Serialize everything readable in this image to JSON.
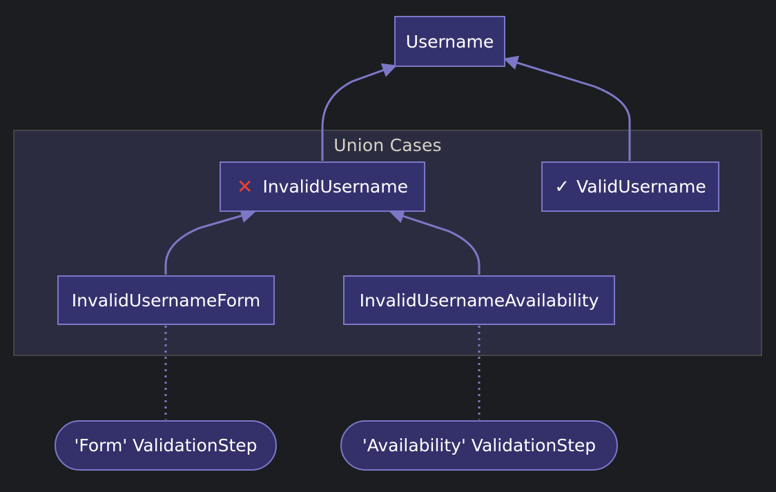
{
  "diagram": {
    "cluster": {
      "label": "Union Cases"
    },
    "nodes": {
      "username": {
        "label": "Username"
      },
      "invalid_username": {
        "icon": "cross-mark-icon",
        "icon_glyph": "❌",
        "label": "InvalidUsername"
      },
      "valid_username": {
        "icon": "check-mark-icon",
        "icon_glyph": "✓",
        "label": "ValidUsername"
      },
      "invalid_username_form": {
        "label": "InvalidUsernameForm"
      },
      "invalid_username_availability": {
        "label": "InvalidUsernameAvailability"
      },
      "form_validation_step": {
        "label": "'Form' ValidationStep"
      },
      "availability_validation_step": {
        "label": "'Availability' ValidationStep"
      }
    },
    "colors": {
      "background": "#1b1d20",
      "node_fill": "#34326e",
      "node_border": "#7c78c8",
      "edge": "#7c78c8",
      "cluster_fill": "#2c2c40",
      "cross_mark": "#e8452c"
    }
  }
}
